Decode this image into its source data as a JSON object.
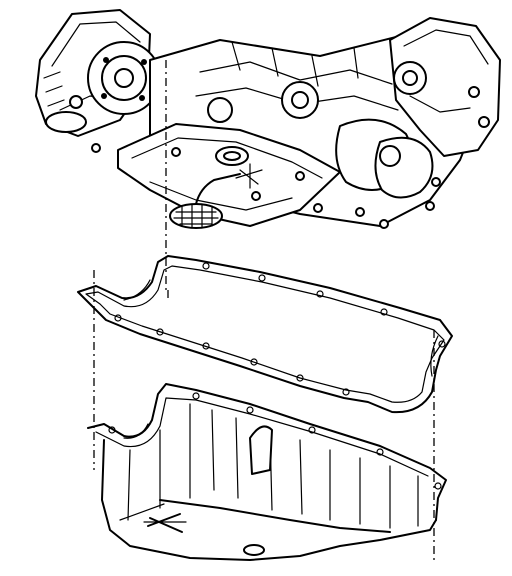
{
  "figure": {
    "parts": [
      "engine-block",
      "oil-pan-gasket",
      "oil-pan"
    ],
    "colors": {
      "line": "#000000",
      "background": "#ffffff"
    }
  }
}
